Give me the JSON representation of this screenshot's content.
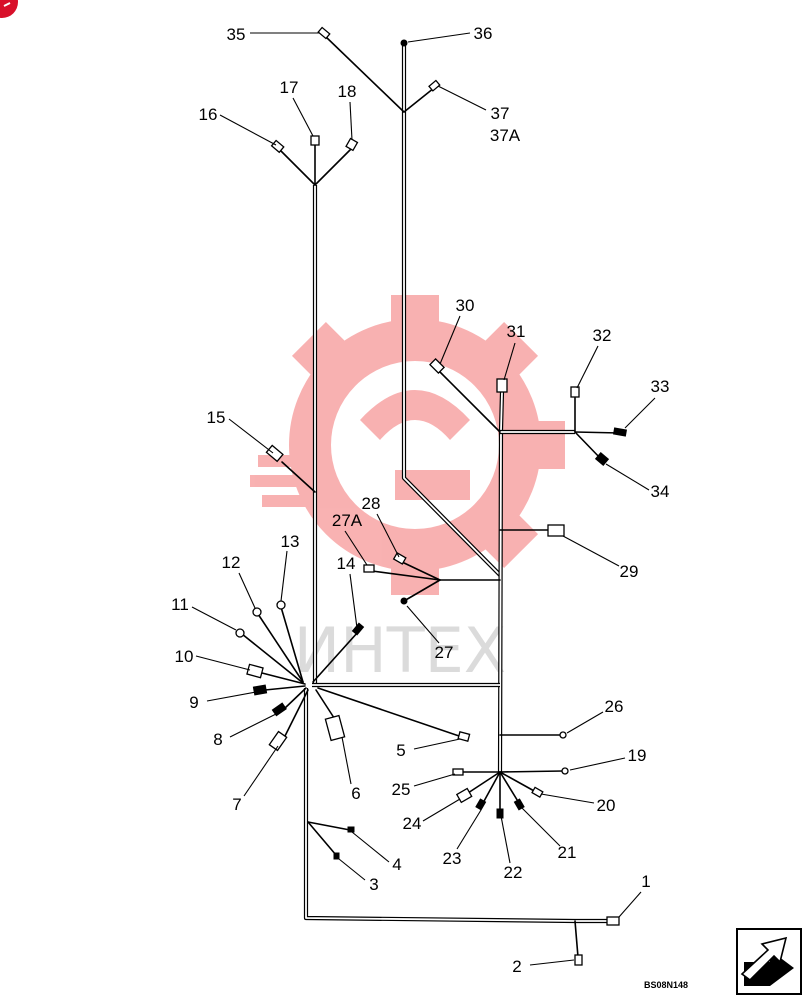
{
  "figure_code": "BS08N148",
  "callouts": [
    "35",
    "36",
    "37",
    "37A",
    "17",
    "18",
    "16",
    "30",
    "31",
    "32",
    "33",
    "34",
    "15",
    "28",
    "27A",
    "29",
    "13",
    "12",
    "14",
    "11",
    "27",
    "10",
    "9",
    "8",
    "26",
    "5",
    "6",
    "7",
    "19",
    "25",
    "20",
    "24",
    "21",
    "23",
    "22",
    "4",
    "3",
    "1",
    "2"
  ],
  "watermark": {
    "text": "ИНТЕХ",
    "logo": "gear-logo"
  },
  "icons": {
    "corner": "corner-badge-icon",
    "navigation": "arrow-icon"
  },
  "colors": {
    "line": "#000000",
    "watermark_logo": "#f04848",
    "watermark_text": "#cfcfcf",
    "corner_badge": "#d8102a"
  }
}
